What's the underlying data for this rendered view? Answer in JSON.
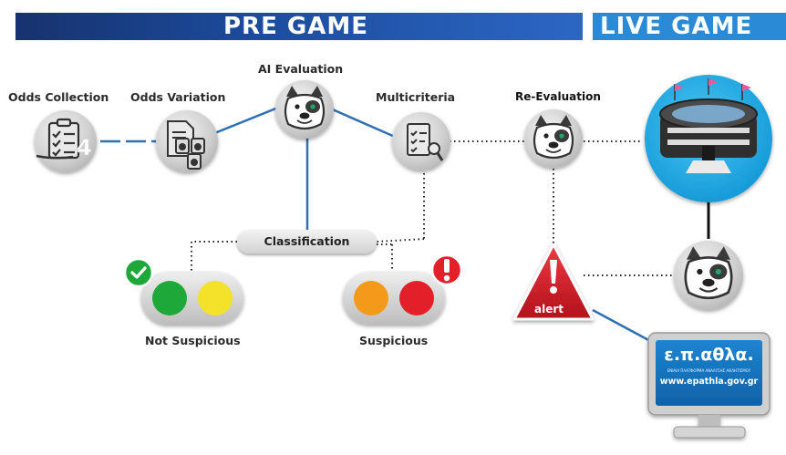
{
  "banners": {
    "pre_game": "PRE GAME",
    "live_game": "LIVE GAME"
  },
  "nodes": {
    "odds_collection": "Odds Collection",
    "odds_variation": "Odds Variation",
    "ai_evaluation": "AI Evaluation",
    "multicriteria": "Multicriteria",
    "re_evaluation": "Re-Evaluation",
    "classification": "Classification",
    "not_suspicious": "Not Suspicious",
    "suspicious": "Suspicious",
    "alert": "alert"
  },
  "monitor": {
    "logo": "ε.π.αθλα.",
    "subtitle": "ΕΝΙΑΙΑ ΠΛΑΤΦΟΡΜΑ ΑΝΑΛΥΣΗΣ ΑΘΛΗΤΙΣΜΟΥ",
    "url": "www.epathla.gov.gr"
  },
  "colors": {
    "banner_dark": "#17326e",
    "banner_light": "#2a8ad6",
    "connector": "#2f6fb5",
    "stadium": "#1aa9e6",
    "alert": "#d9202c",
    "green": "#1ea83a",
    "yellow": "#f3e12a",
    "orange": "#f39a1a",
    "red": "#e3202a"
  }
}
